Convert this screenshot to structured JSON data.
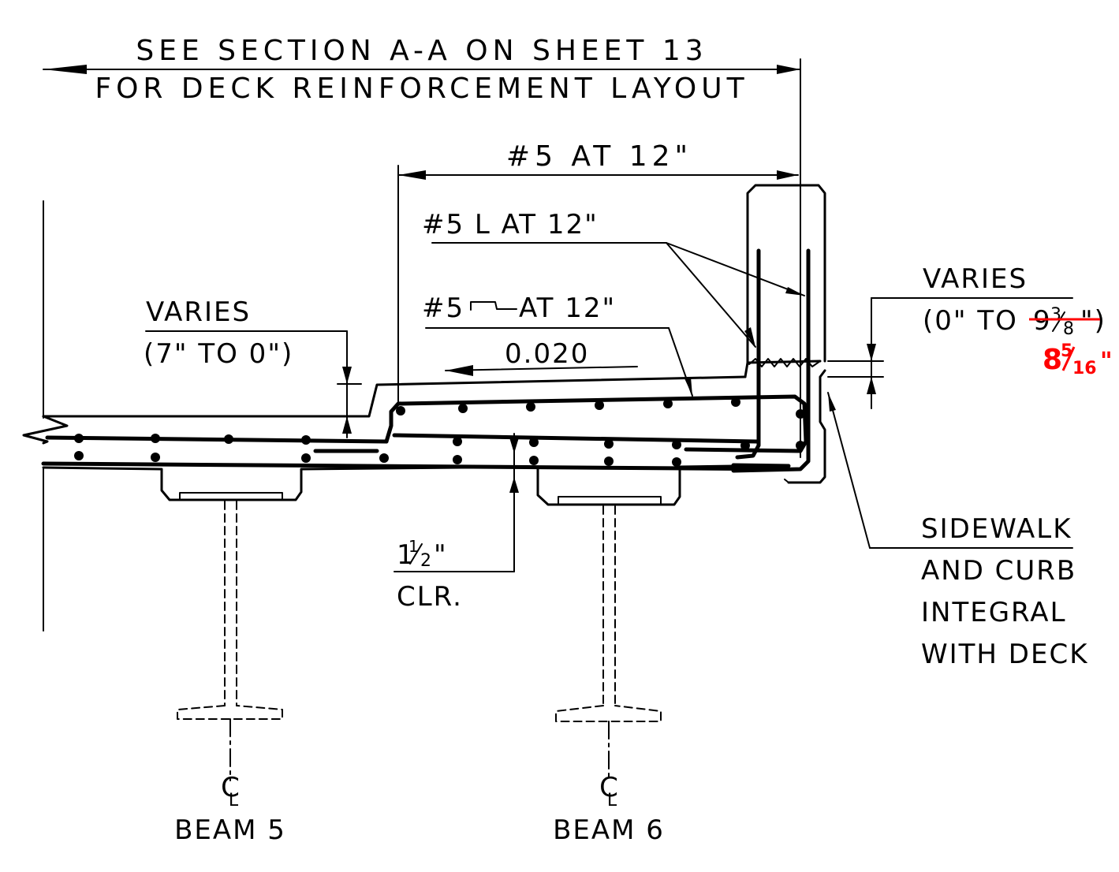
{
  "top_note": {
    "line1": "SEE SECTION A-A ON SHEET 13",
    "line2": "FOR DECK REINFORCEMENT LAYOUT"
  },
  "rebar_top": "#5 AT 12\"",
  "rebar_l": "#5 L AT 12\"",
  "rebar_hook_prefix": "#5",
  "rebar_hook_suffix": "AT 12\"",
  "slope": "0.020",
  "varies_left": {
    "title": "VARIES",
    "range": "(7\" TO 0\")"
  },
  "varies_right": {
    "title": "VARIES",
    "range_prefix": "(0\" TO",
    "struck_whole": "9",
    "struck_num": "3",
    "struck_den": "8",
    "range_suffix": "\")",
    "correction_whole": "8",
    "correction_num": "5",
    "correction_den": "16",
    "correction_suffix": "\""
  },
  "clear_cover": {
    "whole": "1",
    "num": "1",
    "den": "2",
    "inch": "\"",
    "label": "CLR."
  },
  "sidewalk_note": [
    "SIDEWALK",
    "AND CURB",
    "INTEGRAL",
    "WITH DECK"
  ],
  "centerline_symbol": "CL",
  "beams": [
    {
      "cl": "C",
      "sub": "L",
      "label": "BEAM 5"
    },
    {
      "cl": "C",
      "sub": "L",
      "label": "BEAM 6"
    }
  ],
  "colors": {
    "ink": "#000000",
    "revision": "#ff0000"
  }
}
